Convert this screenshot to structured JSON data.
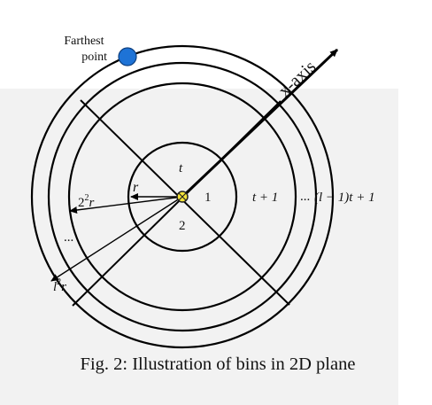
{
  "figure": {
    "labels": {
      "farthest_point": [
        "Farthest",
        "point"
      ],
      "x_axis": "x-axis",
      "r": "r",
      "r2_base": "2",
      "r2_exp": "2",
      "r2_var": "r",
      "rl_base": "l",
      "rl_exp": "2",
      "rl_var": "r",
      "dots_left": "...",
      "bin_1": "1",
      "bin_2": "2",
      "bin_t": "t",
      "bin_t_plus_1": "t + 1",
      "dots_right": "...",
      "bin_last": "(l − 1)t + 1"
    },
    "colors": {
      "background_panel": "#f2f2f2",
      "stroke": "#000000",
      "farthest_point": "#1e73d6",
      "center_point": "#f3e33a"
    }
  },
  "caption": "Fig. 2: Illustration of bins in 2D plane"
}
